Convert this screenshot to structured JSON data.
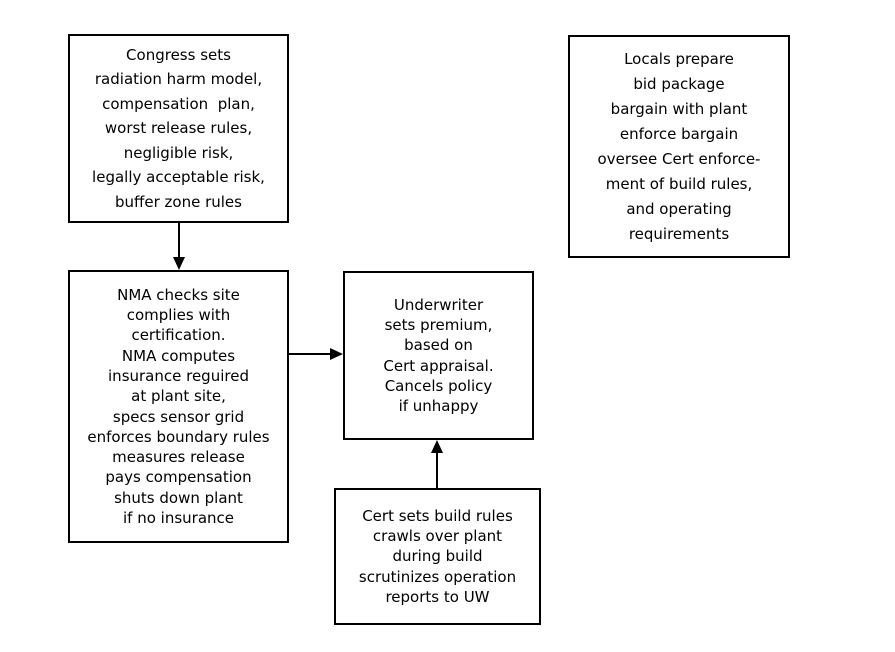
{
  "canvas": {
    "background_color": "#ffffff",
    "border_color": "#000000",
    "text_color": "#000000"
  },
  "boxes": [
    {
      "id": "congress",
      "text": "Congress sets\nradiation harm model,\ncompensation  plan,\nworst release rules,\nnegligible risk,\nlegally acceptable risk,\nbuffer zone rules"
    },
    {
      "id": "locals",
      "text": "Locals prepare\nbid package\nbargain with plant\nenforce bargain\noversee Cert enforce-\nment of build rules,\nand operating\nrequirements"
    },
    {
      "id": "nma",
      "text": "NMA checks site\ncomplies with\ncertification.\nNMA computes\ninsurance reguired\nat plant site,\nspecs sensor grid\nenforces boundary rules\nmeasures release\npays compensation\nshuts down plant\nif no insurance"
    },
    {
      "id": "underwriter",
      "text": "Underwriter\nsets premium,\nbased on\nCert appraisal.\nCancels policy\nif unhappy"
    },
    {
      "id": "cert",
      "text": "Cert sets build rules\ncrawls over plant\nduring build\nscrutinizes operation\nreports to UW"
    }
  ],
  "arrows": [
    {
      "from": "congress",
      "to": "nma",
      "direction": "down"
    },
    {
      "from": "nma",
      "to": "underwriter",
      "direction": "right"
    },
    {
      "from": "cert",
      "to": "underwriter",
      "direction": "up"
    }
  ]
}
